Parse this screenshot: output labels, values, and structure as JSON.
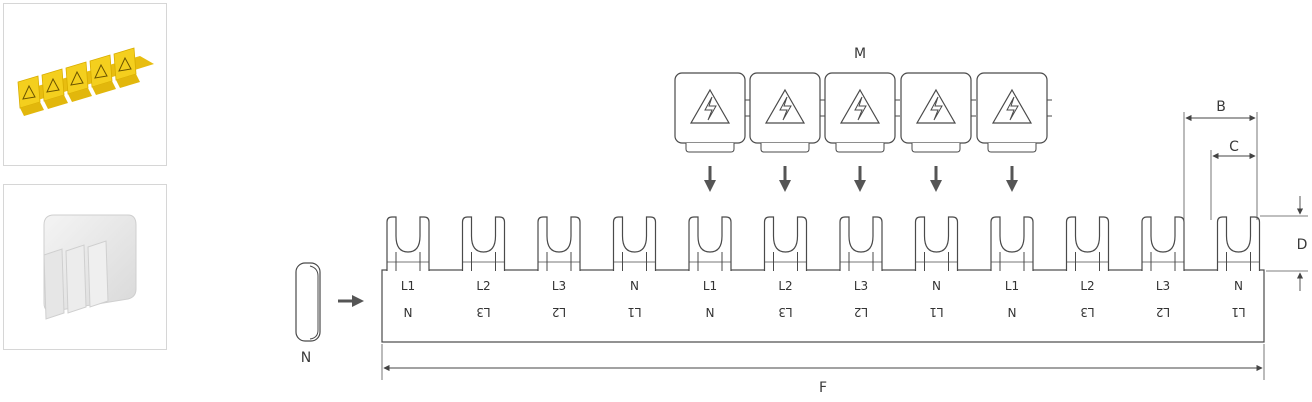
{
  "thumbnails": [
    {
      "name": "yellow-cover-strip",
      "warning_symbol": "⚠"
    },
    {
      "name": "white-end-cap"
    }
  ],
  "labels": {
    "M": "M",
    "N": "N",
    "B": "B",
    "C": "C",
    "D": "D",
    "F": "F"
  },
  "terminals": [
    {
      "top": "L1",
      "bottom": "N"
    },
    {
      "top": "L2",
      "bottom": "L3"
    },
    {
      "top": "L3",
      "bottom": "L2"
    },
    {
      "top": "N",
      "bottom": "L1"
    },
    {
      "top": "L1",
      "bottom": "N"
    },
    {
      "top": "L2",
      "bottom": "L3"
    },
    {
      "top": "L3",
      "bottom": "L2"
    },
    {
      "top": "N",
      "bottom": "L1"
    },
    {
      "top": "L1",
      "bottom": "N"
    },
    {
      "top": "L2",
      "bottom": "L3"
    },
    {
      "top": "L3",
      "bottom": "L2"
    },
    {
      "top": "N",
      "bottom": "L1"
    }
  ],
  "covers": {
    "count": 5,
    "symbol": "lightning-warning"
  },
  "colors": {
    "line": "#4a4a4a",
    "yellow": "#f4cf1e",
    "arrow": "#555555"
  }
}
